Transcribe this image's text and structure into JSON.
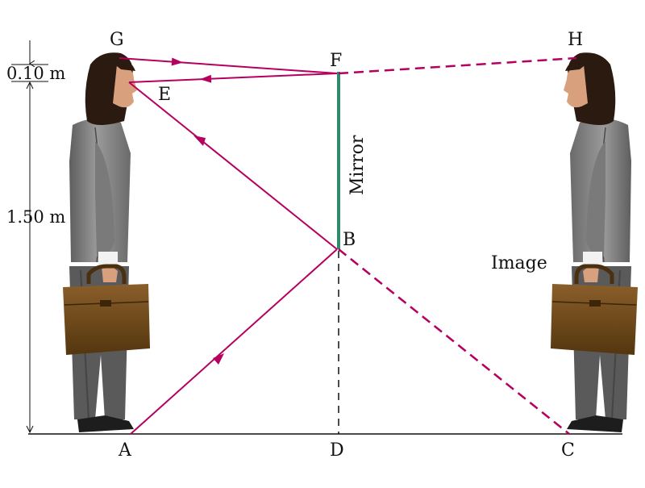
{
  "diagram": {
    "points": {
      "g": "G",
      "h": "H",
      "f": "F",
      "e": "E",
      "b": "B",
      "a": "A",
      "d": "D",
      "c": "C"
    },
    "measurements": {
      "top": "0.10 m",
      "main": "1.50 m"
    },
    "labels": {
      "mirror": "Mirror",
      "image": "Image"
    },
    "colors": {
      "ray": "#b5005f",
      "mirror": "#2f8a6e",
      "ground": "#111111",
      "jacket": "#7e7e7e",
      "pants": "#5f5f5f",
      "hair": "#2a1a10",
      "skin": "#d9a07e",
      "briefcase": "#6e4a1e"
    },
    "icons": {
      "person": "woman-with-briefcase",
      "image_person": "woman-with-briefcase-reflected"
    }
  }
}
